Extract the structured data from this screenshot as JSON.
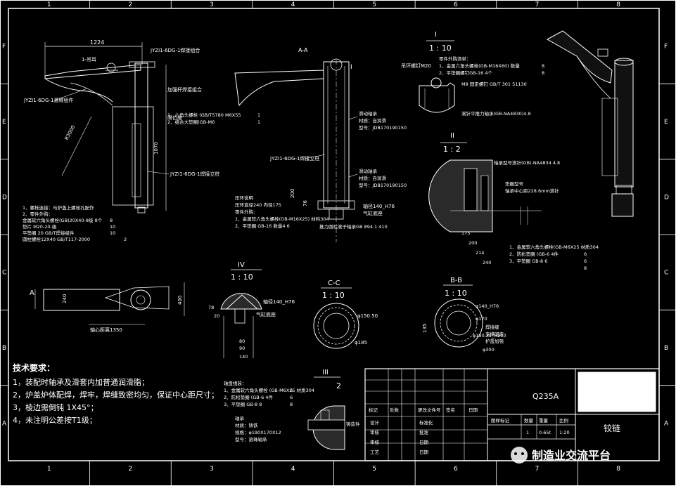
{
  "grid": {
    "columns": [
      "1",
      "2",
      "3",
      "4",
      "5",
      "6",
      "7",
      "8"
    ],
    "rows": [
      "F",
      "E",
      "D",
      "C",
      "B",
      "A"
    ]
  },
  "main_view": {
    "dim_width": "1224",
    "callout_lug": "1-吊耳",
    "callout_weld_top": "JYZI1-6DG-1焊接组合",
    "callout_arm": "JYZI1-6DG-1悬臂组件",
    "callout_reinforce": "加强杆焊接组合",
    "callout_stop": "限位座",
    "callout_column": "JYZI1-6DG-1焊接立柱",
    "callout_radius": "R3000",
    "dim_height": "1070",
    "note_lines": [
      "1、螺栓连接：与炉盖上螺栓孔配作",
      "2、零件外购：",
      "  金属软六角头螺栓(GB)20X40-8级 8个",
      "  垫片 M20-20-级",
      "  平垫圈 20 GB/T焊接组件",
      "  圆柱螺栓12X40 GB/T117-2000"
    ],
    "note_qty": [
      "8",
      "10",
      "10",
      "2"
    ],
    "fastener_lines": [
      "1、六角头螺栓 (GB/T5780 M6X55",
      "2、组合大垫圈(GB-M6"
    ],
    "fastener_qty": [
      "1",
      "1"
    ]
  },
  "section_aa": {
    "label": "A-A",
    "callout_column": "JYZI1-6DG-1焊接立柱",
    "bearing_lines": [
      "滑动轴承",
      "材质：自润滑",
      "型号：JDB170190150"
    ],
    "bearing2_lines": [
      "滑动轴承",
      "材质：自润滑",
      "型号：JDB170190150"
    ],
    "dim_200": "200",
    "dim_76": "76",
    "shaft_dim": "轴径140_H76",
    "cap_label": "气缸底座",
    "footer_lines": [
      "压环说明",
      "压环直径240 内径175",
      "零件外购：",
      "1、金属软六角头螺栓(GB-M16X25)  材料304",
      "2、平垫圈 GB-16    数量4    6"
    ],
    "bearing_std": "推力圆柱滚子轴承GB 894.1 410"
  },
  "detail_i": {
    "label": "I",
    "scale": "1 : 10",
    "lug_label": "吊环螺钉M20",
    "lines": [
      "零件外购清单：",
      "1、金属六角头螺栓(GB-M16X60) 数量",
      "2、平垫圈螺钉GB-16 4个",
      "M8 固定螺钉 GB/T 301 51130",
      "滚针平推力轴承(GB-NA4830)4.8"
    ],
    "qty": [
      "8",
      "8"
    ]
  },
  "detail_ii": {
    "label": "II",
    "scale": "1 : 2",
    "bearing": "轴承型号滚针(GB)-NA4834 4.8",
    "lines": [
      "垫圈型号",
      "轴承中心距228.6mm滚针"
    ],
    "dims": [
      "175",
      "200",
      "214",
      "240"
    ],
    "parts": [
      "1、金属软六角头螺栓(GB-M6X25   材质304",
      "2、防松垫圈 (GB-6    4件",
      "3、平垫圈 GB-8    6"
    ],
    "qty": [
      "6",
      "6",
      "8"
    ]
  },
  "detail_iv": {
    "label": "IV",
    "scale": "1 : 10",
    "shaft": "轴径140_H76",
    "cyl": "气缸底座",
    "dims": [
      "78",
      "20",
      "80",
      "90",
      "140"
    ]
  },
  "section_aa_top": {
    "label_a": "A",
    "dim_240": "240",
    "dim_400": "400",
    "pitch": "轴心距离1350"
  },
  "section_cc": {
    "label": "C-C",
    "scale": "1 : 10",
    "d1": "φ150.50",
    "d2": "φ185"
  },
  "section_bb": {
    "label": "B-B",
    "scale": "1 : 10",
    "dims": [
      "φ140_H76",
      "φ170",
      "φ190.35_H200",
      "φ300"
    ],
    "notes": [
      "焊接缝",
      "支撑固定",
      "护盖加强"
    ],
    "left_dim": "135"
  },
  "tech_req": {
    "title": "技术要求：",
    "items": [
      "1，装配时轴承及滑套内加普通润滑脂；",
      "2，炉盖炉体配焊，焊牢，焊缝致密均匀，保证中心距尺寸；",
      "3，棱边需倒钝 1X45°；",
      "4，未注明公差按T1级；"
    ]
  },
  "detail_iii": {
    "label": "III",
    "scale": "2",
    "parts": [
      "轴盘组装：",
      "1、金属软六角头螺栓 (GB-M6X25   材质304",
      "2、防松垫圈 (GB-6    4件",
      "3、平垫圈 GB-8    8"
    ],
    "qty": [
      "6",
      "6",
      "8"
    ],
    "bearing_lines": [
      "轴承",
      "材质：铸铁",
      "规格：φ190X170X12",
      "型号：滚珠轴承"
    ],
    "side_label": "铸造件"
  },
  "title_block": {
    "material": "Q235A",
    "name": "铰链",
    "header": [
      "标记",
      "处数",
      "更改文件号",
      "签名",
      "日期"
    ],
    "rows": [
      "设计",
      "审核",
      "审核",
      "工艺"
    ],
    "mid": [
      "标准化",
      "批准",
      "日期",
      "日期"
    ],
    "stage_header": [
      "图样标记",
      "数量",
      "重量",
      "比例"
    ],
    "stage_values": [
      "1",
      "0.65t",
      "1:20"
    ]
  },
  "watermark": {
    "text": "制造业交流平台"
  }
}
